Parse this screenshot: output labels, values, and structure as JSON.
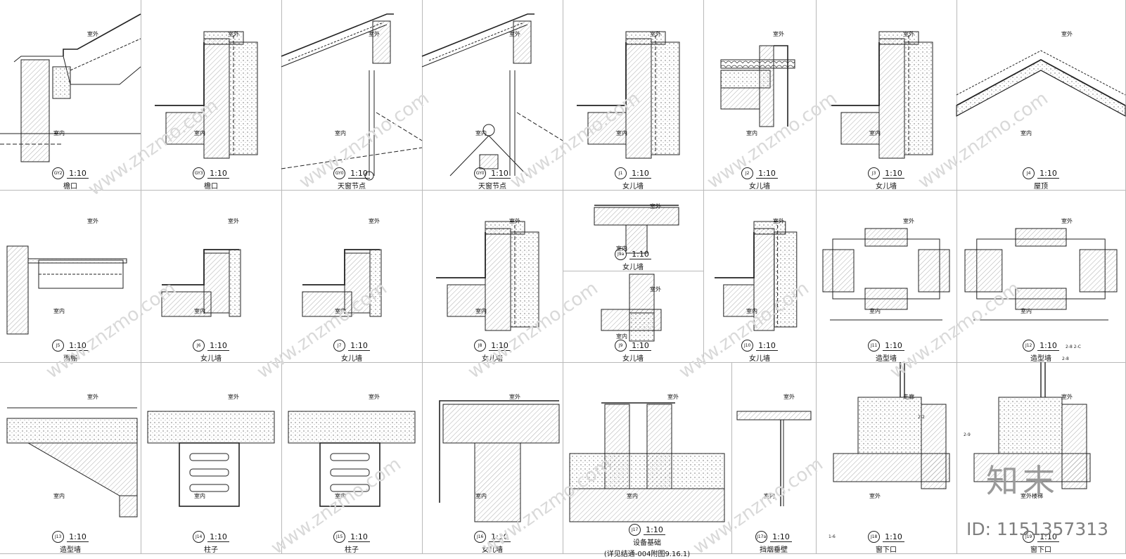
{
  "sheet": {
    "watermark_text": "www.znzmo.com",
    "logo_text": "知末",
    "id_text": "ID: 1151357313",
    "section_marks": [
      "2-2",
      "2-8",
      "2-9",
      "1-6",
      "2-8 2-C"
    ],
    "common_labels": [
      "室外",
      "室内",
      "女儿墙",
      "檐口",
      "1:10"
    ]
  },
  "details": [
    {
      "code": "GY2",
      "scale": "1:10",
      "name": "檐口",
      "inner": [
        "室外",
        "室内"
      ]
    },
    {
      "code": "GY3",
      "scale": "1:10",
      "name": "檐口",
      "inner": [
        "室外",
        "室内"
      ]
    },
    {
      "code": "GY0",
      "scale": "1:10",
      "name": "天窗节点",
      "inner": [
        "室外",
        "室内"
      ]
    },
    {
      "code": "GY0",
      "scale": "1:10",
      "name": "天窗节点",
      "inner": [
        "室外",
        "室内"
      ]
    },
    {
      "code": "J1",
      "scale": "1:10",
      "name": "女儿墙",
      "inner": [
        "室外",
        "室内"
      ]
    },
    {
      "code": "J2",
      "scale": "1:10",
      "name": "女儿墙",
      "inner": [
        "室外",
        "室内"
      ]
    },
    {
      "code": "J3",
      "scale": "1:10",
      "name": "女儿墙",
      "inner": [
        "室外",
        "室内"
      ]
    },
    {
      "code": "J4",
      "scale": "1:10",
      "name": "屋顶",
      "inner": [
        "室外",
        "室内"
      ]
    },
    {
      "code": "J5",
      "scale": "1:10",
      "name": "雨棚",
      "inner": [
        "室外",
        "室内"
      ]
    },
    {
      "code": "J6",
      "scale": "1:10",
      "name": "女儿墙",
      "inner": [
        "室外",
        "室内"
      ]
    },
    {
      "code": "J7",
      "scale": "1:10",
      "name": "女儿墙",
      "inner": [
        "室外",
        "室内"
      ]
    },
    {
      "code": "J8",
      "scale": "1:10",
      "name": "女儿墙",
      "inner": [
        "室外",
        "室内"
      ]
    },
    {
      "code": "J9a",
      "scale": "1:10",
      "name": "女儿墙",
      "inner": [
        "室外",
        "室内"
      ]
    },
    {
      "code": "J9",
      "scale": "1:10",
      "name": "女儿墙",
      "inner": [
        "室外",
        "室内"
      ]
    },
    {
      "code": "J10",
      "scale": "1:10",
      "name": "女儿墙",
      "inner": [
        "室外",
        "室内"
      ]
    },
    {
      "code": "J11",
      "scale": "1:10",
      "name": "造型墙",
      "inner": [
        "室外",
        "室内"
      ]
    },
    {
      "code": "J12",
      "scale": "1:10",
      "name": "造型墙",
      "inner": [
        "室外",
        "室内"
      ]
    },
    {
      "code": "J13",
      "scale": "1:10",
      "name": "造型墙",
      "inner": [
        "室外",
        "室内"
      ]
    },
    {
      "code": "J14",
      "scale": "1:10",
      "name": "柱子",
      "inner": [
        "室外",
        "室内"
      ]
    },
    {
      "code": "J15",
      "scale": "1:10",
      "name": "柱子",
      "inner": [
        "室外",
        "室内"
      ]
    },
    {
      "code": "J16",
      "scale": "1:10",
      "name": "女儿墙",
      "inner": [
        "室外",
        "室内"
      ]
    },
    {
      "code": "J17",
      "scale": "1:10",
      "name": "设备基础",
      "note": "(详见结通-004附图9.16.1)",
      "inner": [
        "室外",
        "室内"
      ]
    },
    {
      "code": "J17a",
      "scale": "1:10",
      "name": "挡烟垂壁",
      "inner": [
        "室外",
        "室内"
      ]
    },
    {
      "code": "J18",
      "scale": "1:10",
      "name": "窗下口",
      "inner": [
        "走廊",
        "室外"
      ]
    },
    {
      "code": "J19",
      "scale": "1:10",
      "name": "窗下口",
      "inner": [
        "室外",
        "室外楼梯"
      ]
    }
  ]
}
